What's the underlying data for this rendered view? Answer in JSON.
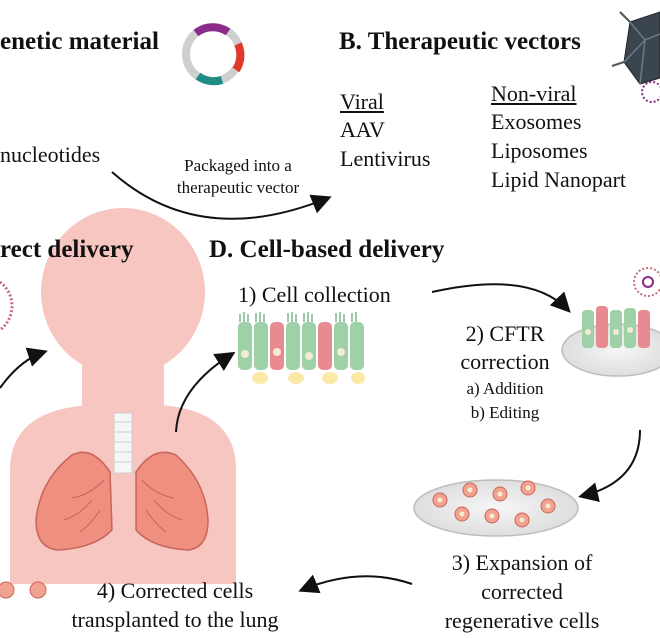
{
  "panelA": {
    "title": "enetic material",
    "item": "nucleotides"
  },
  "panelB": {
    "title": "B. Therapeutic vectors",
    "viral_header": "Viral",
    "viral_items": [
      "AAV",
      "Lentivirus"
    ],
    "nonviral_header": "Non-viral",
    "nonviral_items": [
      "Exosomes",
      "Liposomes",
      "Lipid Nanopart"
    ],
    "arrow_label_line1": "Packaged into a",
    "arrow_label_line2": "therapeutic vector"
  },
  "panelC": {
    "title": "rect delivery"
  },
  "panelD": {
    "title": "D. Cell-based delivery",
    "step1": "1) Cell collection",
    "step2_line1": "2) CFTR",
    "step2_line2": "correction",
    "step2_sub_a": "a) Addition",
    "step2_sub_b": "b) Editing",
    "step3_line1": "3) Expansion of",
    "step3_line2": "corrected",
    "step3_line3": "regenerative cells",
    "step4_line1": "4) Corrected cells",
    "step4_line2": "transplanted to the lung"
  },
  "colors": {
    "body_pink": "#f7c6c0",
    "lung": "#ee8f80",
    "lung_dark": "#c9645a",
    "trachea": "#f3f3f3",
    "cell_green": "#9fd1a8",
    "cell_pink": "#e98a93",
    "nucleus": "#f3ecd2",
    "dish": "#e6e6e6",
    "arrow": "#111111"
  }
}
